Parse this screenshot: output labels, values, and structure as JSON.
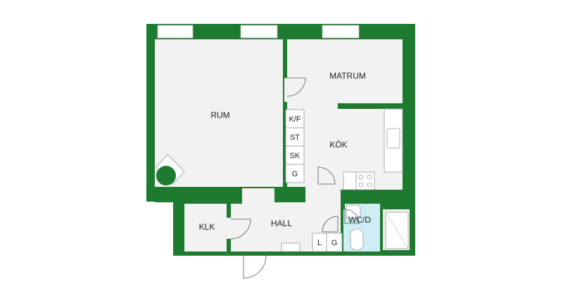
{
  "rooms": {
    "rum": "RUM",
    "matrum": "MATRUM",
    "kok": "KÖK",
    "hall": "HALL",
    "klk": "KLK",
    "wcd": "WC/D"
  },
  "storage": {
    "kf": "K/F",
    "st": "ST",
    "sk": "SK",
    "g_kitchen": "G",
    "l_hall": "L",
    "g_hall": "G"
  },
  "colors": {
    "wall": "#1d7a2e",
    "floor": "#f2f2f2",
    "bathroom": "#cdeef5"
  }
}
